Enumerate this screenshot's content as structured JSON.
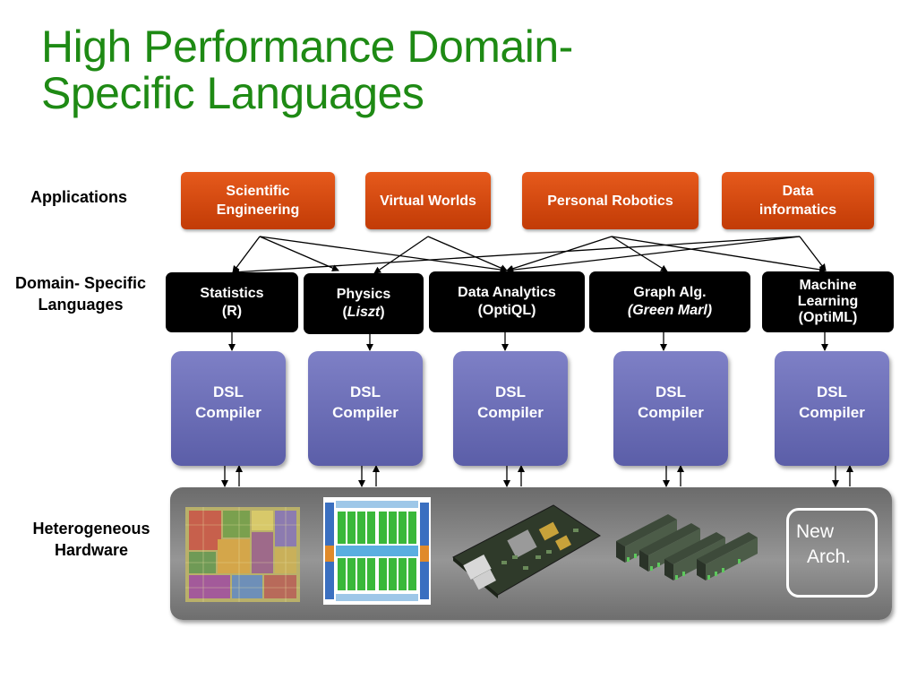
{
  "title": {
    "line1": "High Performance Domain-",
    "line2": "Specific Languages"
  },
  "labels": {
    "applications": "Applications",
    "dsl_line1": "Domain- Specific",
    "dsl_line2": "Languages",
    "hw_line1": "Heterogeneous",
    "hw_line2": "Hardware"
  },
  "apps": [
    {
      "line1": "Scientific",
      "line2": "Engineering"
    },
    {
      "line1": "Virtual Worlds"
    },
    {
      "line1": "Personal Robotics"
    },
    {
      "line1": "Data",
      "line2": "informatics"
    }
  ],
  "dsls": [
    {
      "line1": "Statistics",
      "line2": "(R)"
    },
    {
      "line1": "Physics",
      "line2_pre": "(",
      "line2_it": "Liszt",
      "line2_post": ")"
    },
    {
      "line1": "Data Analytics",
      "line2": "(OptiQL)"
    },
    {
      "line1": "Graph Alg.",
      "line2_it": "(Green Marl)"
    },
    {
      "line1": "Machine",
      "line2": "Learning",
      "line3": "(OptiML)"
    }
  ],
  "compilers": [
    {
      "line1": "DSL",
      "line2": "Compiler"
    },
    {
      "line1": "DSL",
      "line2": "Compiler"
    },
    {
      "line1": "DSL",
      "line2": "Compiler"
    },
    {
      "line1": "DSL",
      "line2": "Compiler"
    },
    {
      "line1": "DSL",
      "line2": "Compiler"
    }
  ],
  "hardware": {
    "new_line1": "New",
    "new_line2": "Arch."
  },
  "colors": {
    "title": "#1e8a14",
    "app": "#d44a10",
    "dsl": "#000000",
    "compiler": "#6a6db8",
    "hardware_panel": "#8a8a8a"
  }
}
